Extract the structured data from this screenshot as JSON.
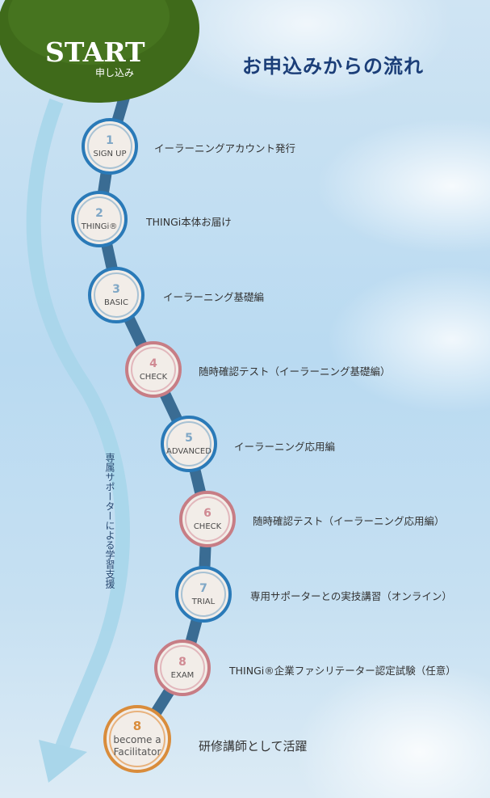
{
  "title": "お申込みからの流れ",
  "start": {
    "label": "START",
    "sub": "申し込み"
  },
  "side_note": "専属サポーターによる学習支援",
  "steps": [
    {
      "num": "1",
      "label": "SIGN UP",
      "desc": "イーラーニングアカウント発行"
    },
    {
      "num": "2",
      "label": "THINGi®",
      "desc": "THINGi本体お届け"
    },
    {
      "num": "3",
      "label": "BASIC",
      "desc": "イーラーニング基礎編"
    },
    {
      "num": "4",
      "label": "CHECK",
      "desc": "随時確認テスト（イーラーニング基礎編）"
    },
    {
      "num": "5",
      "label": "ADVANCED",
      "desc": "イーラーニング応用編"
    },
    {
      "num": "6",
      "label": "CHECK",
      "desc": "随時確認テスト（イーラーニング応用編）"
    },
    {
      "num": "7",
      "label": "TRIAL",
      "desc": "専用サポーターとの実技講習（オンライン）"
    },
    {
      "num": "8",
      "label": "EXAM",
      "desc": "THINGi®企業ファシリテーター認定試験（任意）"
    },
    {
      "num": "8",
      "label_line1": "become a",
      "label_line2": "Facilitator",
      "desc": "研修講師として活躍"
    }
  ],
  "colors": {
    "blue_ring": "#2a7ab8",
    "pink_ring": "#c77d85",
    "final_ring": "#d98c3b",
    "leaf": "#3f6a1a",
    "path": "#3a6c93"
  }
}
